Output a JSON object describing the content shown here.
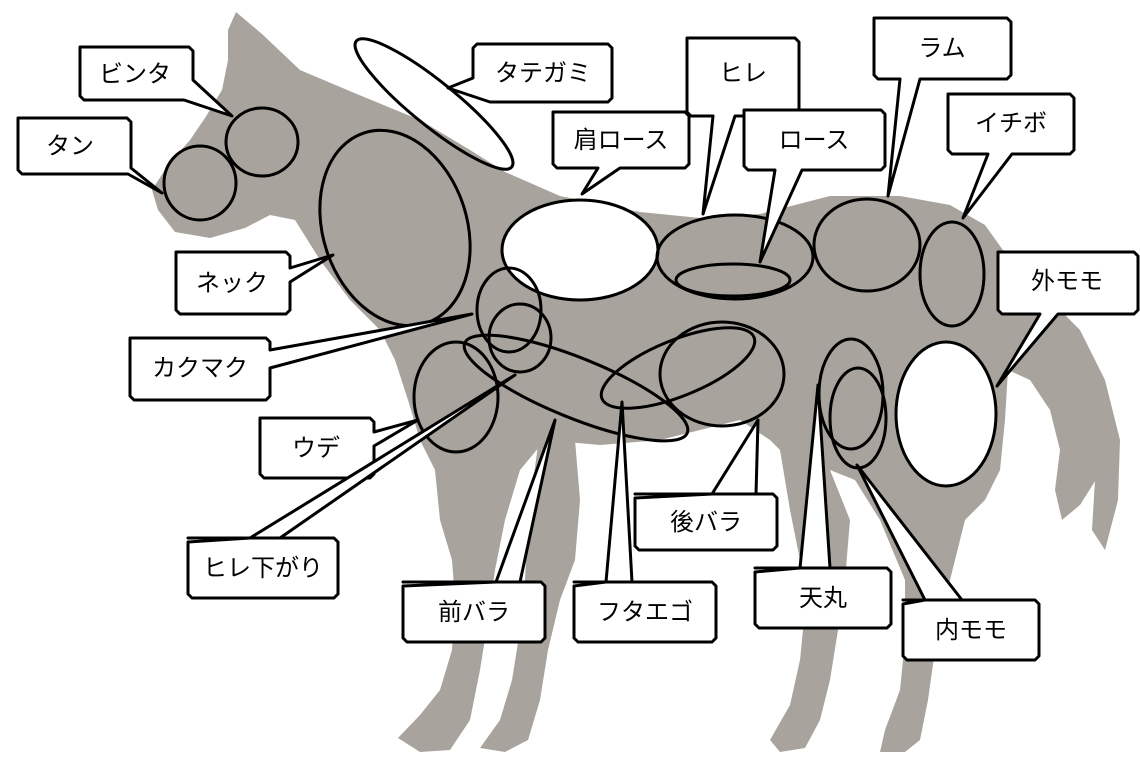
{
  "diagram": {
    "silhouette_color": "#A8A49D",
    "labels": {
      "tan": "タン",
      "binta": "ビンタ",
      "tategami": "タテガミ",
      "kata_rosu": "肩ロース",
      "hire": "ヒレ",
      "rosu": "ロース",
      "ramu": "ラム",
      "ichibo": "イチボ",
      "neck": "ネック",
      "sotomomo": "外モモ",
      "kakumaku": "カクマク",
      "ude": "ウデ",
      "hire_sagari": "ヒレ下がり",
      "mae_bara": "前バラ",
      "futaego": "フタエゴ",
      "ato_bara": "後バラ",
      "tenmaru": "天丸",
      "uchimomo": "内モモ"
    }
  }
}
